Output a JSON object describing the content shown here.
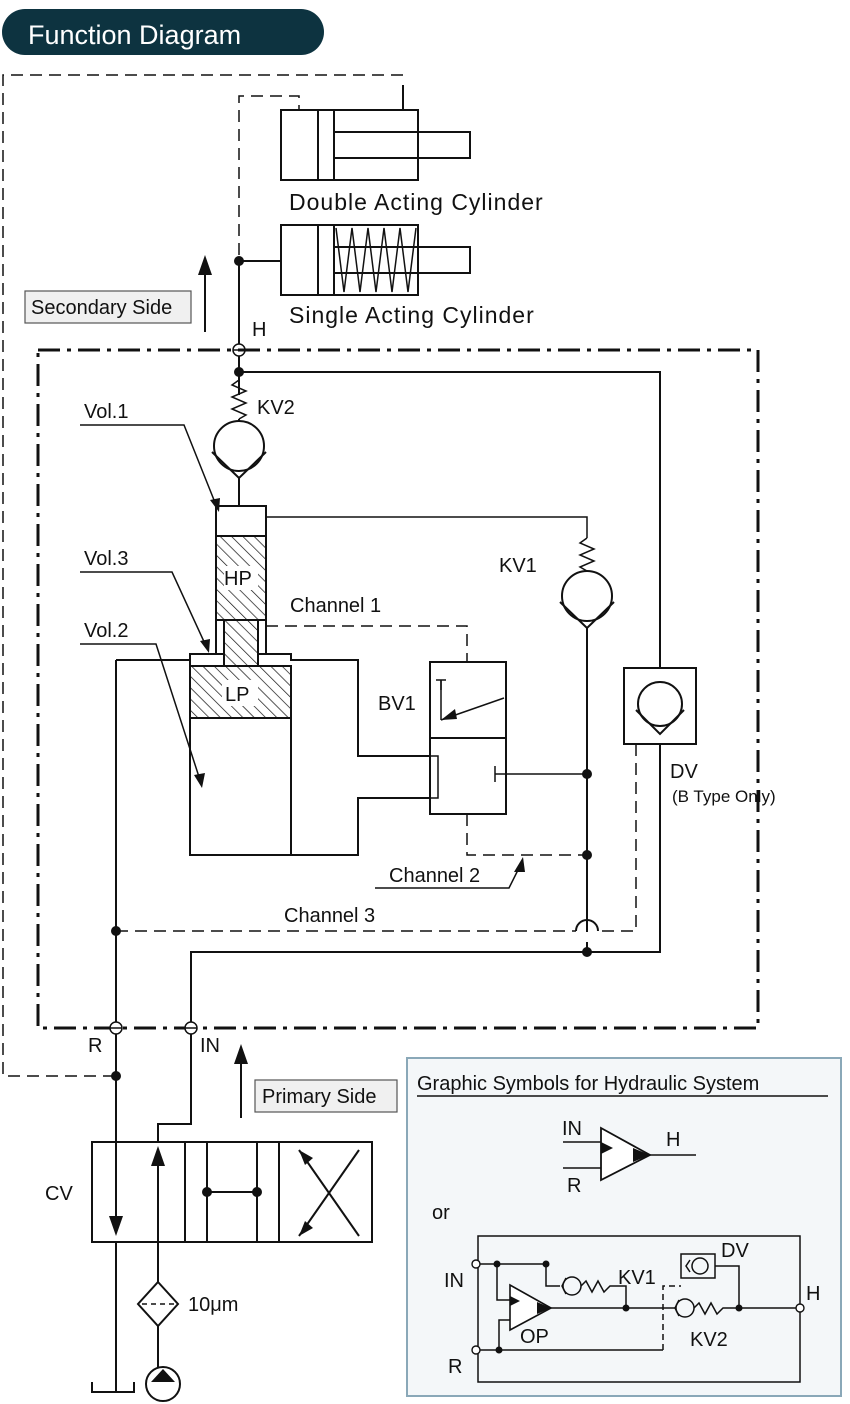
{
  "title": "Function Diagram",
  "colors": {
    "title_bg": "#0d3340",
    "panel_border": "#8aa8b8",
    "panel_bg": "#f4f7f9",
    "box_bg": "#f0f0f0"
  },
  "cylinders": {
    "double": "Double Acting Cylinder",
    "single": "Single Acting Cylinder"
  },
  "sides": {
    "secondary": "Secondary Side",
    "primary": "Primary Side"
  },
  "ports": {
    "h": "H",
    "r": "R",
    "in": "IN"
  },
  "valves": {
    "kv2": "KV2",
    "kv1": "KV1",
    "bv1": "BV1",
    "dv": "DV",
    "dv_note": "(B Type Only)",
    "cv": "CV"
  },
  "volumes": {
    "vol1": "Vol.1",
    "vol2": "Vol.2",
    "vol3": "Vol.3"
  },
  "pistons": {
    "hp": "HP",
    "lp": "LP"
  },
  "channels": {
    "c1": "Channel 1",
    "c2": "Channel 2",
    "c3": "Channel 3"
  },
  "filter": "10μm",
  "legend": {
    "title": "Graphic Symbols for Hydraulic System",
    "in": "IN",
    "h": "H",
    "r": "R",
    "or": "or",
    "dv": "DV",
    "kv1": "KV1",
    "kv2": "KV2",
    "op": "OP"
  }
}
